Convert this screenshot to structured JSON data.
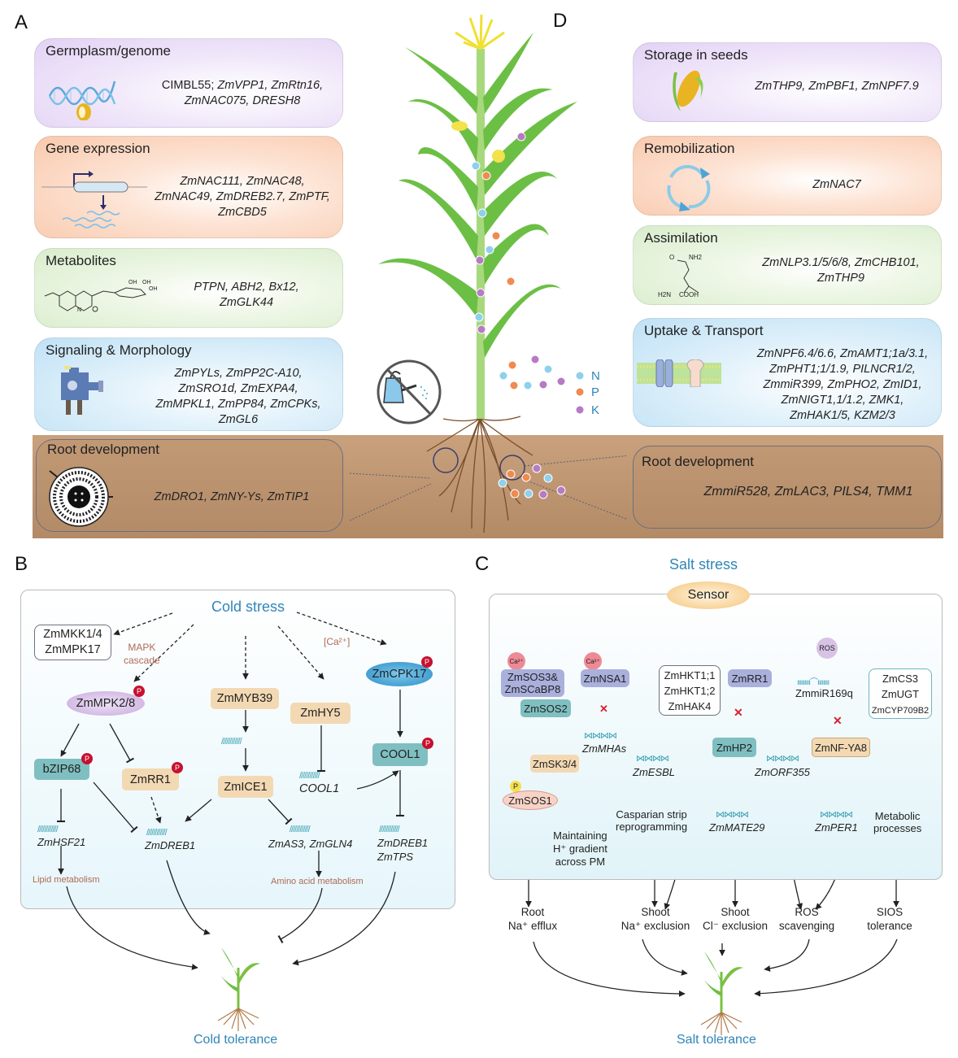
{
  "panels": {
    "A": "A",
    "B": "B",
    "C": "C",
    "D": "D"
  },
  "panelA": {
    "cards": [
      {
        "title": "Germplasm/genome",
        "genes_plain": "CIMBL55; ",
        "genes": "ZmVPP1, ZmRtn16,",
        "genes2": "ZmNAC075, DRESH8",
        "icon": "dna-seed-icon"
      },
      {
        "title": "Gene expression",
        "genes": "ZmNAC111, ZmNAC48,",
        "genes2": "ZmNAC49, ZmDREB2.7, ZmPTF,",
        "genes3": "ZmCBD5",
        "icon": "transcription-icon"
      },
      {
        "title": "Metabolites",
        "genes": "PTPN, ABH2, Bx12,",
        "genes2": "ZmGLK44",
        "icon": "molecule-structure-icon",
        "struct_labels": [
          "OH",
          "OH",
          "OH",
          "N"
        ]
      },
      {
        "title": "Signaling & Morphology",
        "genes": "ZmPYLs, ZmPP2C-A10,",
        "genes2": "ZmSRO1d, ZmEXPA4,",
        "genes3": "ZmMPKL1, ZmPP84, ZmCPKs,",
        "genes4": "ZmGL6",
        "icon": "signaling-machine-icon"
      },
      {
        "title": "Root development",
        "genes": "ZmDRO1, ZmNY-Ys, ZmTIP1",
        "icon": "root-cross-section-icon"
      }
    ]
  },
  "panelD": {
    "cards": [
      {
        "title": "Storage in seeds",
        "genes": "ZmTHP9, ZmPBF1, ZmNPF7.9",
        "icon": "corn-cob-icon"
      },
      {
        "title": "Remobilization",
        "genes": "ZmNAC7",
        "icon": "recycle-arrows-icon"
      },
      {
        "title": "Assimilation",
        "genes": "ZmNLP3.1/5/6/8, ZmCHB101,",
        "genes2": "ZmTHP9",
        "icon": "glutamine-structure-icon",
        "struct_labels": [
          "O",
          "NH2",
          "H2N",
          "COOH"
        ]
      },
      {
        "title": "Uptake & Transport",
        "genes": "ZmNPF6.4/6.6, ZmAMT1;1a/3.1,",
        "genes2": "ZmPHT1;1/1.9, PILNCR1/2,",
        "genes3": "ZmmiR399, ZmPHO2, ZmID1,",
        "genes4": "ZmNIGT1,1/1.2, ZMK1,",
        "genes5": "ZmHAK1/5, KZM2/3",
        "icon": "membrane-transporter-icon"
      },
      {
        "title": "Root development",
        "genes": "ZmmiR528, ZmLAC3, PILS4, TMM1"
      }
    ],
    "legend": [
      {
        "label": "N",
        "color": "#8fd0ec"
      },
      {
        "label": "P",
        "color": "#f08a50"
      },
      {
        "label": "K",
        "color": "#b77ac4"
      }
    ]
  },
  "panelB": {
    "stress": "Cold stress",
    "nodes": {
      "mkk": "ZmMKK1/4",
      "mpk17": "ZmMPK17",
      "mapk1": "MAPK",
      "mapk2": "cascade",
      "ca": "[Ca²⁺]",
      "cpk17": "ZmCPK17",
      "mpk28": "ZmMPK2/8",
      "myb39": "ZmMYB39",
      "hy5": "ZmHY5",
      "cool1": "COOL1",
      "bzip68": "bZIP68",
      "rr1": "ZmRR1",
      "ice1": "ZmICE1",
      "cool1_gene": "COOL1",
      "hsf21": "ZmHSF21",
      "dreb1": "ZmDREB1",
      "as3": "ZmAS3, ZmGLN4",
      "dreb1b": "ZmDREB1",
      "tps": "ZmTPS",
      "lipid": "Lipid metabolism",
      "amino": "Amino acid metabolism",
      "p": "P"
    },
    "outcome": "Cold tolerance"
  },
  "panelC": {
    "stress": "Salt stress",
    "sensor": "Sensor",
    "nodes": {
      "ca": "Ca²⁺",
      "sos3": "ZmSOS3&",
      "scabp8": "ZmSCaBP8",
      "sos2": "ZmSOS2",
      "nsa1": "ZmNSA1",
      "hkt1": "ZmHKT1;1",
      "hkt2": "ZmHKT1;2",
      "hak4": "ZmHAK4",
      "rr1": "ZmRR1",
      "ros": "ROS",
      "mir169q": "ZmmiR169q",
      "cs3": "ZmCS3",
      "ugt": "ZmUGT",
      "cyp": "ZmCYP709B2",
      "mhas": "ZmMHAs",
      "sk34": "ZmSK3/4",
      "sos1": "ZmSOS1",
      "esbl": "ZmESBL",
      "hp2": "ZmHP2",
      "orf355": "ZmORF355",
      "nfya8": "ZmNF-YA8",
      "casp1": "Casparian strip",
      "casp2": "reprogramming",
      "mate29": "ZmMATE29",
      "per1": "ZmPER1",
      "meta1": "Metabolic",
      "meta2": "processes",
      "maint1": "Maintaining",
      "maint2": "H⁺ gradient",
      "maint3": "across PM",
      "p": "P",
      "x": "✕"
    },
    "outcomes": [
      {
        "l1": "Root",
        "l2": "Na⁺ efflux"
      },
      {
        "l1": "Shoot",
        "l2": "Na⁺ exclusion"
      },
      {
        "l1": "Shoot",
        "l2": "Cl⁻ exclusion"
      },
      {
        "l1": "ROS",
        "l2": "scavenging"
      },
      {
        "l1": "SIOS",
        "l2": "tolerance"
      }
    ],
    "outcome": "Salt tolerance"
  }
}
